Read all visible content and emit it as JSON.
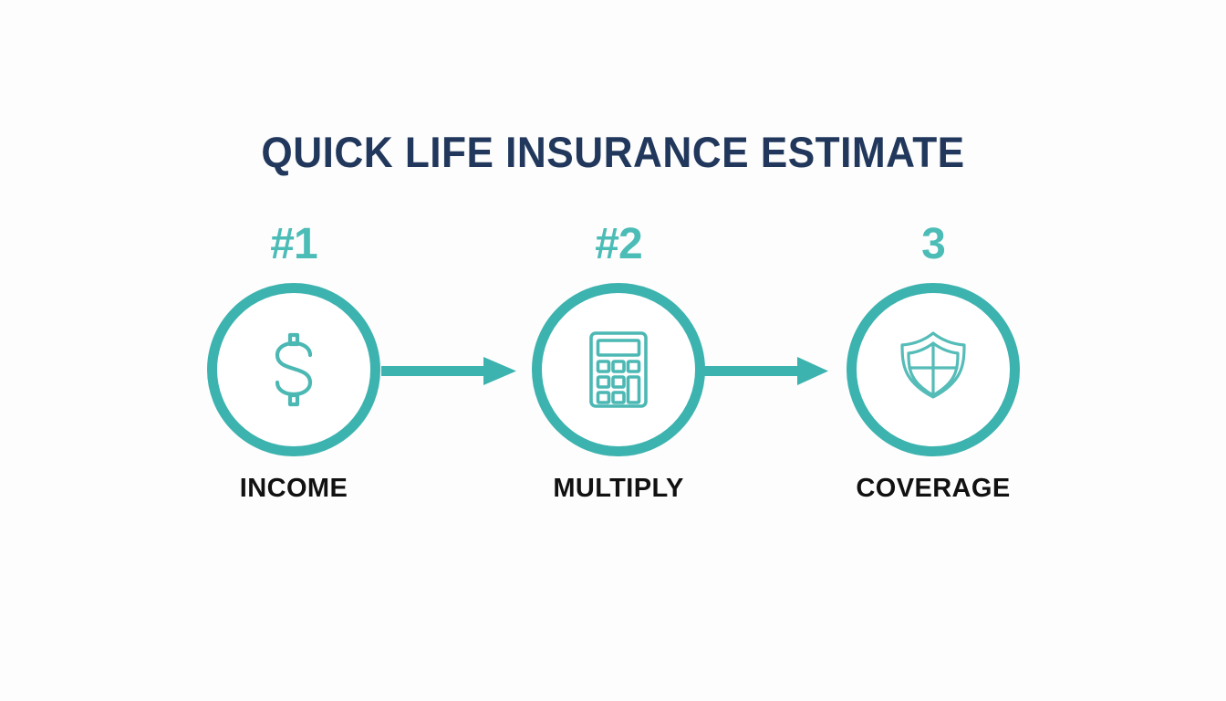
{
  "page": {
    "title": "QUICK LIFE INSURANCE ESTIMATE",
    "background_color": "#fdfdfd"
  },
  "theme": {
    "teal": "#3cb3af",
    "teal_light": "#4cbcb7",
    "navy": "#21385c",
    "label_black": "#111111"
  },
  "steps": [
    {
      "number": "#1",
      "label": "INCOME",
      "icon": "dollar-sign-icon"
    },
    {
      "number": "#2",
      "label": "MULTIPLY",
      "icon": "calculator-icon"
    },
    {
      "number": "3",
      "label": "COVERAGE",
      "icon": "shield-icon"
    }
  ],
  "connectors": [
    {
      "name": "arrow-right-icon",
      "from": "INCOME",
      "to": "MULTIPLY"
    },
    {
      "name": "arrow-right-icon",
      "from": "MULTIPLY",
      "to": "COVERAGE"
    }
  ]
}
